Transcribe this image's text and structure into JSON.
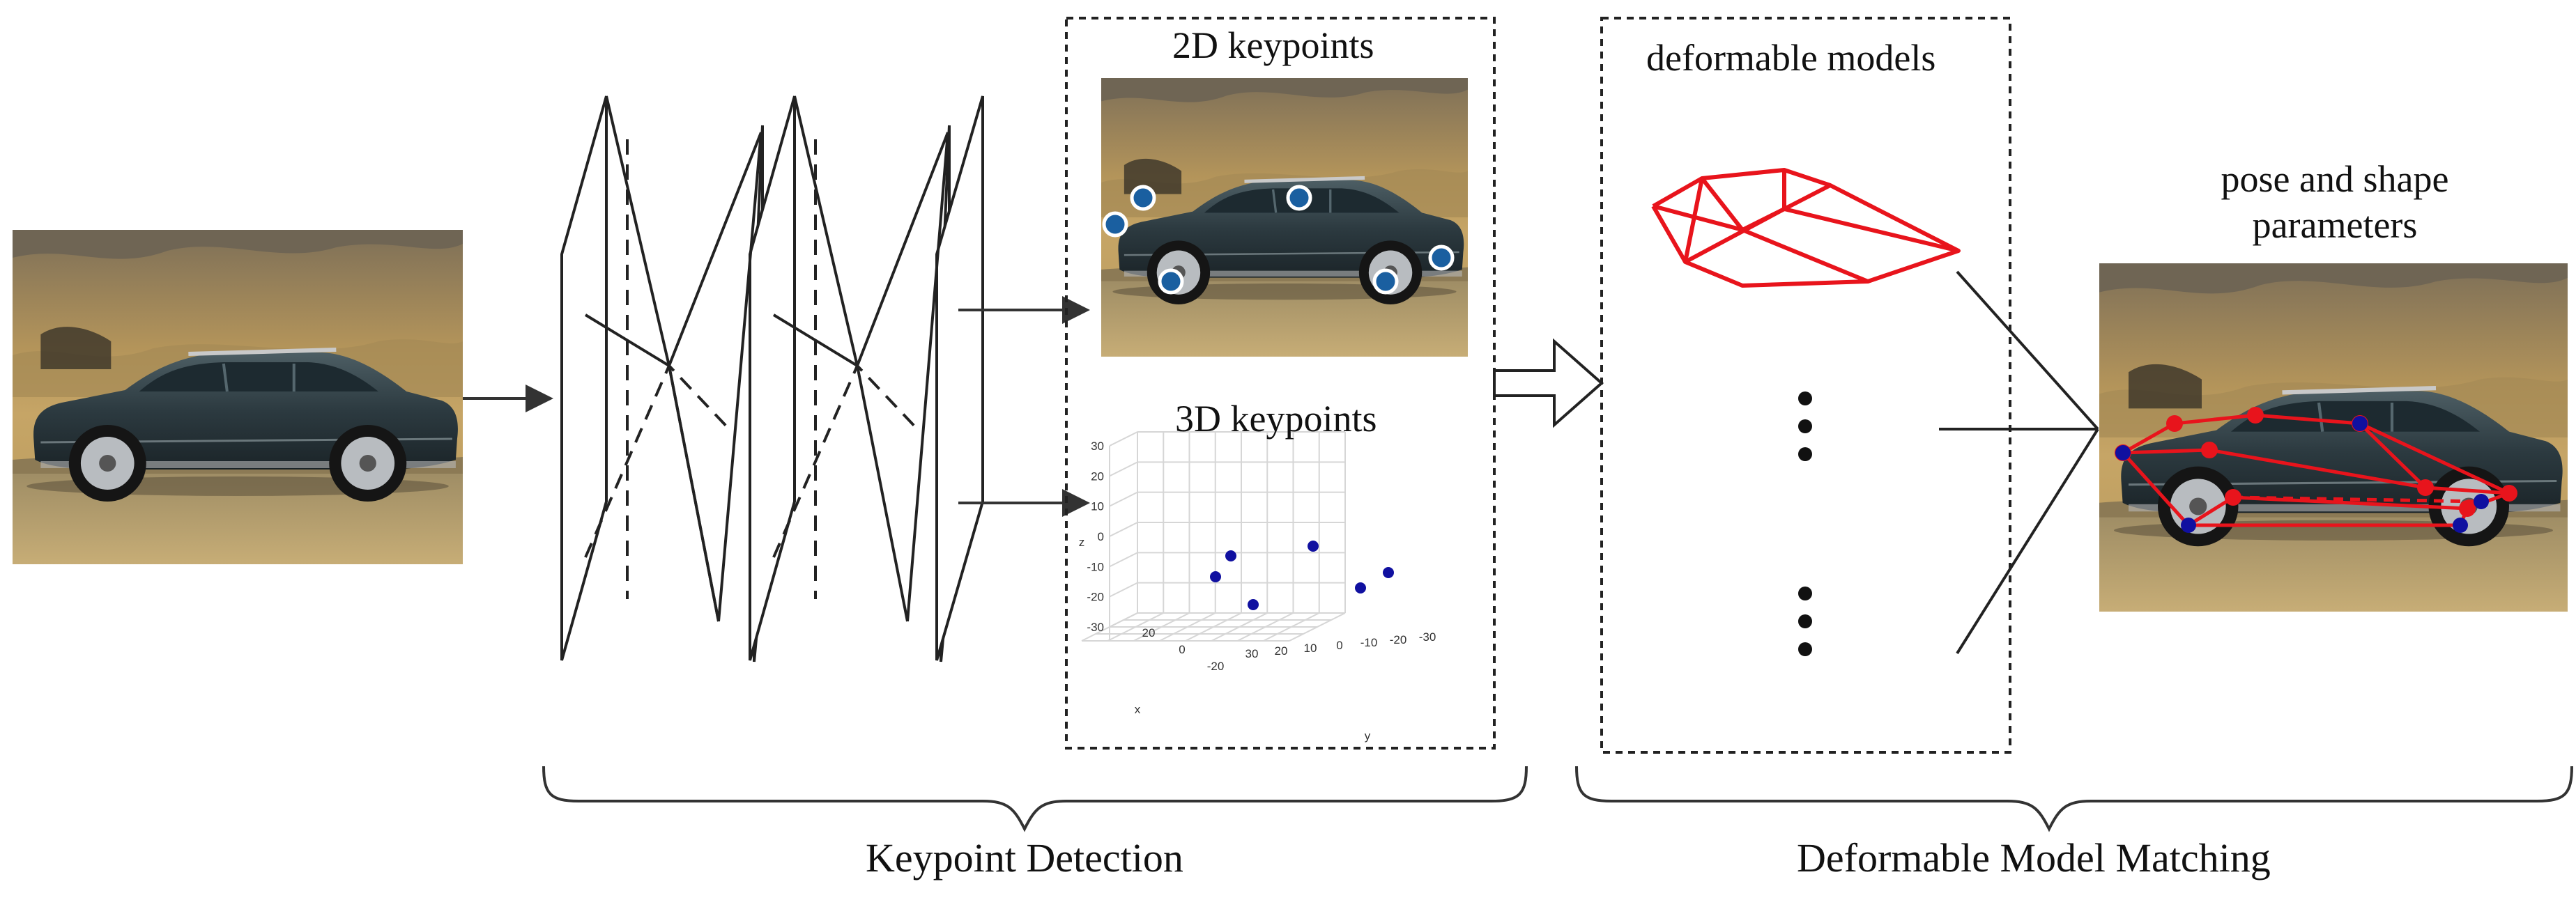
{
  "labels": {
    "keypoints_2d": "2D keypoints",
    "keypoints_3d": "3D keypoints",
    "deformable_models": "deformable models",
    "pose_shape_line1": "pose and shape",
    "pose_shape_line2": "parameters",
    "keypoint_detection": "Keypoint Detection",
    "deformable_model_matching": "Deformable Model Matching"
  },
  "scatter_3d": {
    "z_ticks": [
      "30",
      "20",
      "10",
      "0",
      "-10",
      "-20",
      "-30"
    ],
    "x_ticks": [
      "20",
      "0",
      "-20"
    ],
    "y_ticks": [
      "30",
      "20",
      "10",
      "0",
      "-10",
      "-20",
      "-30"
    ],
    "z_label": "z",
    "x_label": "x",
    "y_label": "y"
  },
  "vertical_dots": "⋮",
  "colors": {
    "wireframe": "#e8141c",
    "keypoint_2d": "#1a5fa0",
    "keypoint_3d": "#1010a0",
    "line": "#222222"
  }
}
